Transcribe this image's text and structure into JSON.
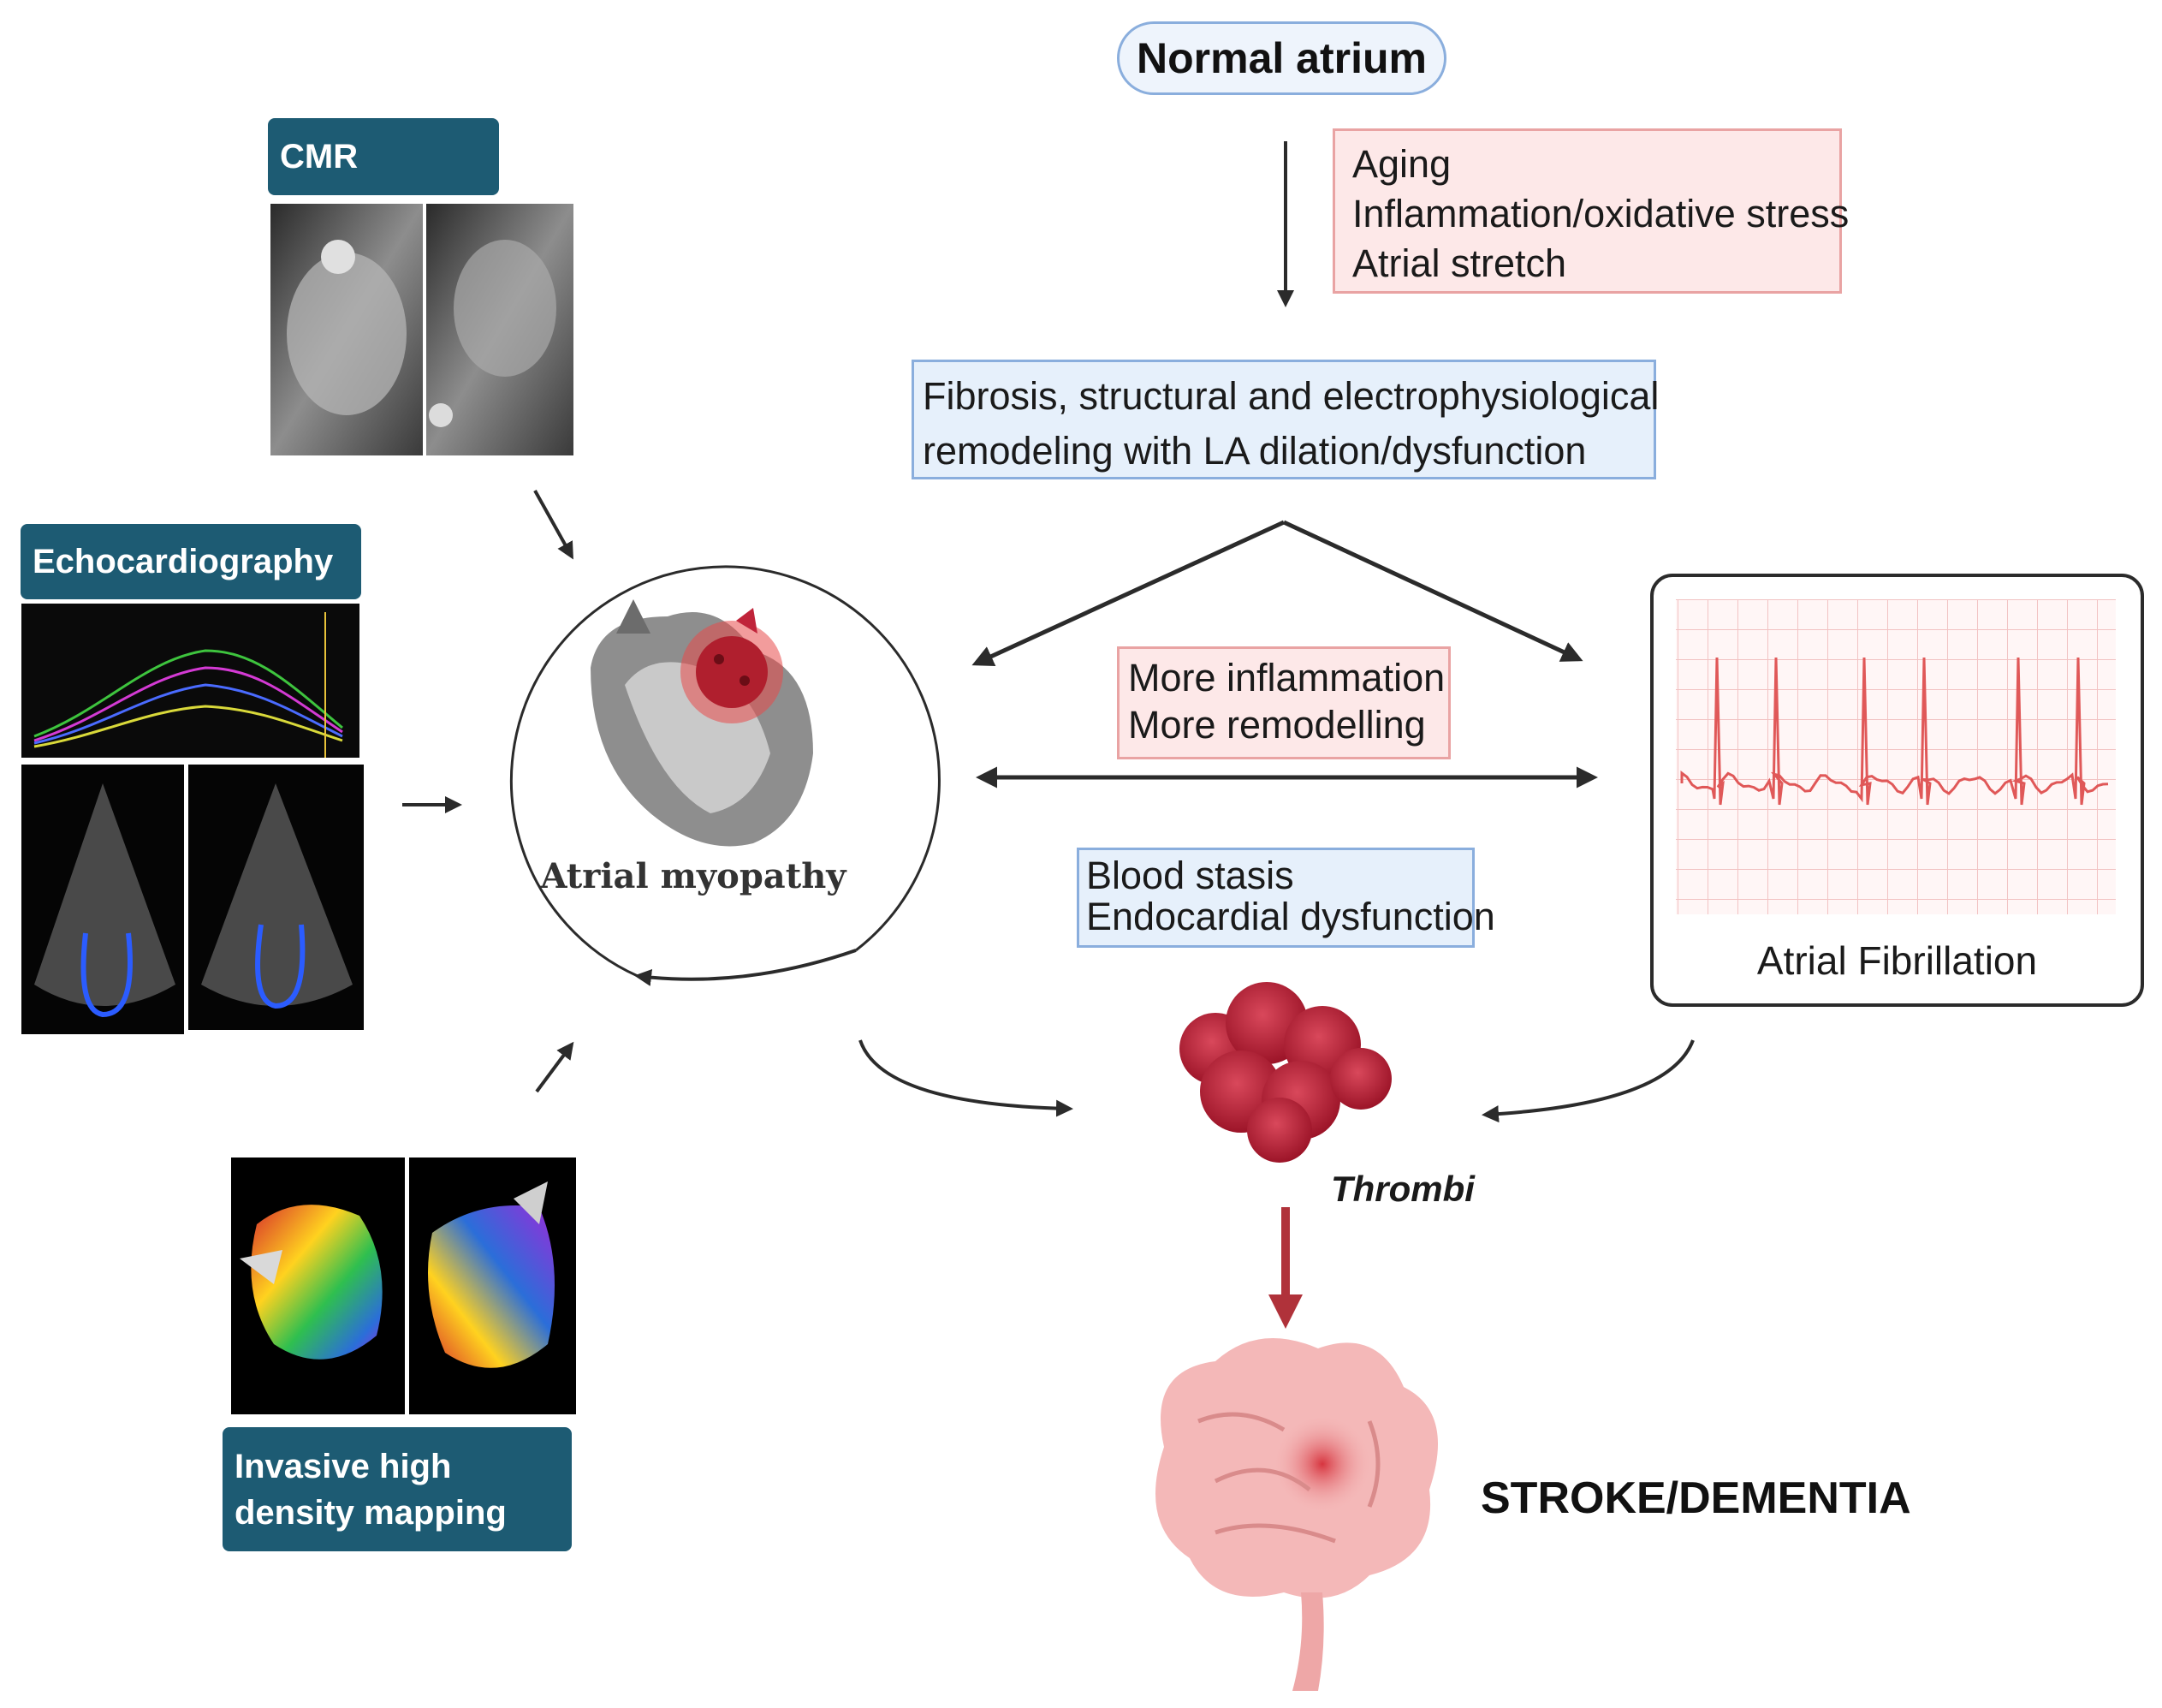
{
  "title": "Normal atrium",
  "risk_factors": [
    "Aging",
    "Inflammation/oxidative stress",
    "Atrial stretch"
  ],
  "remodeling": [
    "Fibrosis, structural and electrophysiological",
    "remodeling with LA dilation/dysfunction"
  ],
  "feedback": [
    "More inflammation",
    "More remodelling"
  ],
  "stasis": [
    "Blood stasis",
    "Endocardial dysfunction"
  ],
  "center_label": "Atrial myopathy",
  "af_label": "Atrial Fibrillation",
  "thrombi_label": "Thrombi",
  "outcome_label": "STROKE/DEMENTIA",
  "imaging": {
    "cmr": "CMR",
    "echo": "Echocardiography",
    "mapping": [
      "Invasive high",
      "density mapping"
    ]
  },
  "colors": {
    "tab": "#1d5b73",
    "pink_fill": "#fde8e8",
    "pink_border": "#e9a3a3",
    "blue_fill": "#e6f0fb",
    "blue_border": "#8aaedd",
    "thrombus": "#c0243a",
    "brain": "#f4b8b8"
  }
}
